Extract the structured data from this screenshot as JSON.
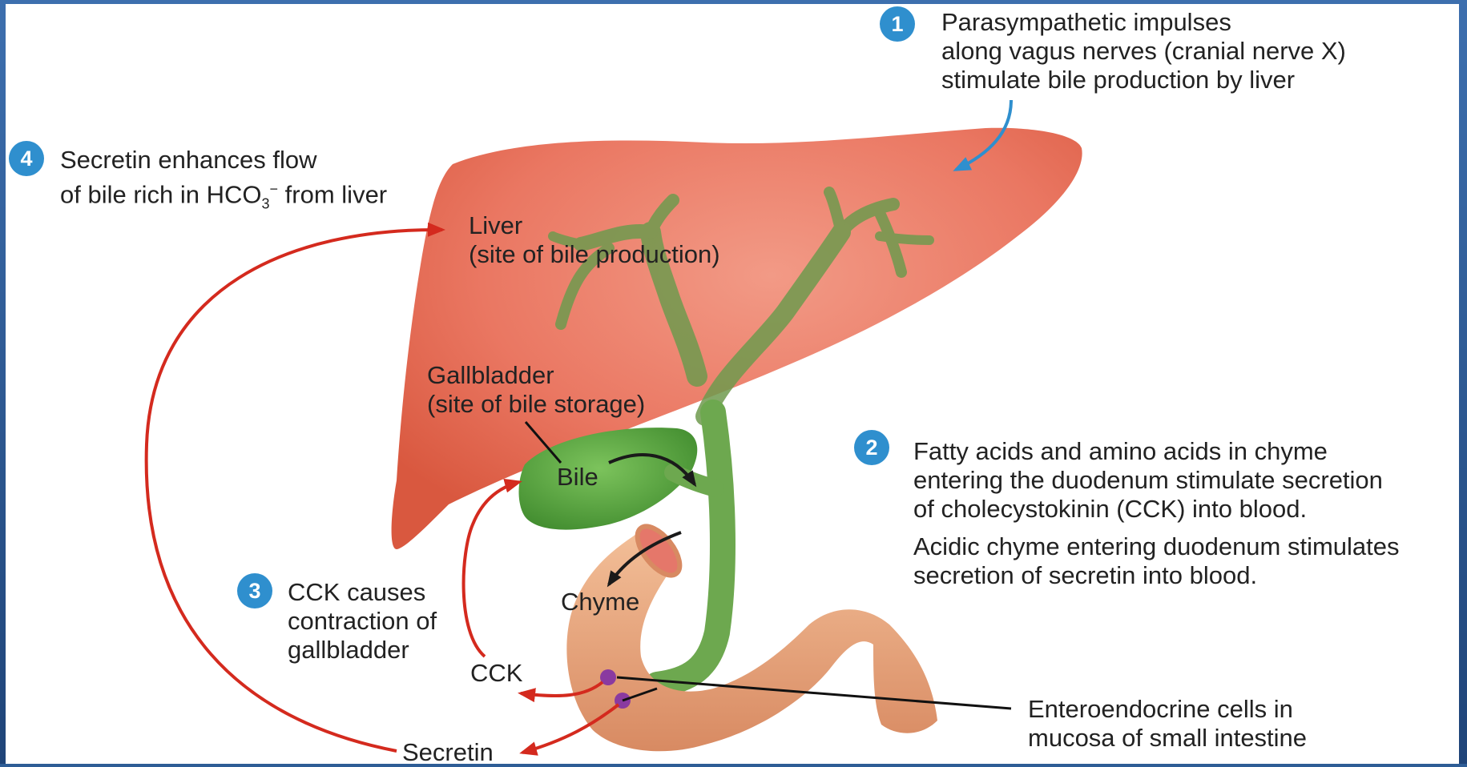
{
  "colors": {
    "frame": "#2e5d96",
    "background": "#ffffff",
    "liver": "#e8705c",
    "gallbladder": "#4f9a3c",
    "bile_duct": "#6f9a4e",
    "duodenum": "#e9a57d",
    "hormone_arrow": "#d42a1e",
    "nerve_arrow": "#2f8fce",
    "badge": "#2f8fce",
    "enteroendocrine_cell": "#8a3aa0"
  },
  "steps": [
    {
      "number": "1",
      "lines": [
        "Parasympathetic impulses",
        "along vagus nerves (cranial nerve X)",
        "stimulate bile production by liver"
      ]
    },
    {
      "number": "2",
      "lines": [
        "Fatty acids and amino acids in chyme",
        "entering the duodenum stimulate secretion",
        "of cholecystokinin (CCK) into blood."
      ],
      "extra_lines": [
        "Acidic chyme entering duodenum stimulates",
        "secretion of secretin into blood."
      ]
    },
    {
      "number": "3",
      "lines": [
        "CCK causes",
        "contraction of",
        "gallbladder"
      ]
    },
    {
      "number": "4",
      "lines": [
        "Secretin enhances flow",
        "of bile rich in HCO",
        " from liver"
      ],
      "subscript": "3",
      "superscript": "−"
    }
  ],
  "labels": {
    "liver": [
      "Liver",
      "(site of bile production)"
    ],
    "gallbladder": [
      "Gallbladder",
      "(site of bile storage)"
    ],
    "bile": "Bile",
    "chyme": "Chyme",
    "cck": "CCK",
    "secretin": "Secretin",
    "enteroendocrine": [
      "Enteroendocrine cells in",
      "mucosa of small intestine"
    ]
  }
}
